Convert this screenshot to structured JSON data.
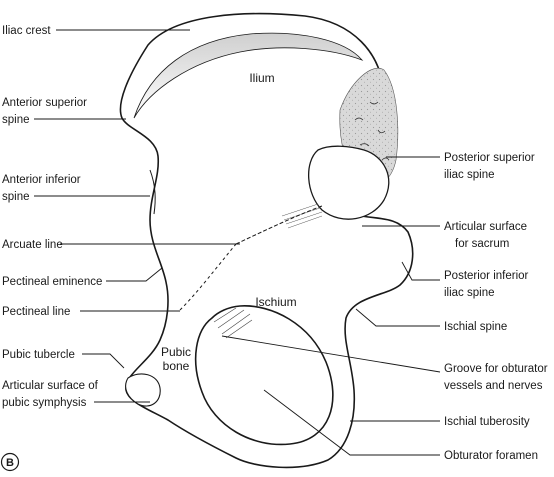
{
  "figure": {
    "panel_letter": "B",
    "regions": {
      "ilium": "Ilium",
      "ischium": "Ischium",
      "pubic_bone_line1": "Pubic",
      "pubic_bone_line2": "bone"
    },
    "labels_left": {
      "iliac_crest": "Iliac crest",
      "anterior_superior_spine_1": "Anterior superior",
      "anterior_superior_spine_2": "spine",
      "anterior_inferior_spine_1": "Anterior inferior",
      "anterior_inferior_spine_2": "spine",
      "arcuate_line": "Arcuate line",
      "pectineal_eminence": "Pectineal eminence",
      "pectineal_line": "Pectineal line",
      "pubic_tubercle": "Pubic tubercle",
      "articular_surface_pubic_1": "Articular surface of",
      "articular_surface_pubic_2": "pubic symphysis"
    },
    "labels_right": {
      "posterior_superior_iliac_spine_1": "Posterior superior",
      "posterior_superior_iliac_spine_2": "iliac spine",
      "articular_surface_sacrum_1": "Articular surface",
      "articular_surface_sacrum_2": "for sacrum",
      "posterior_inferior_iliac_spine_1": "Posterior inferior",
      "posterior_inferior_iliac_spine_2": "iliac spine",
      "ischial_spine": "Ischial spine",
      "groove_obturator_1": "Groove for obturator",
      "groove_obturator_2": "vessels and nerves",
      "ischial_tuberosity": "Ischial tuberosity",
      "obturator_foramen": "Obturator foramen"
    }
  }
}
